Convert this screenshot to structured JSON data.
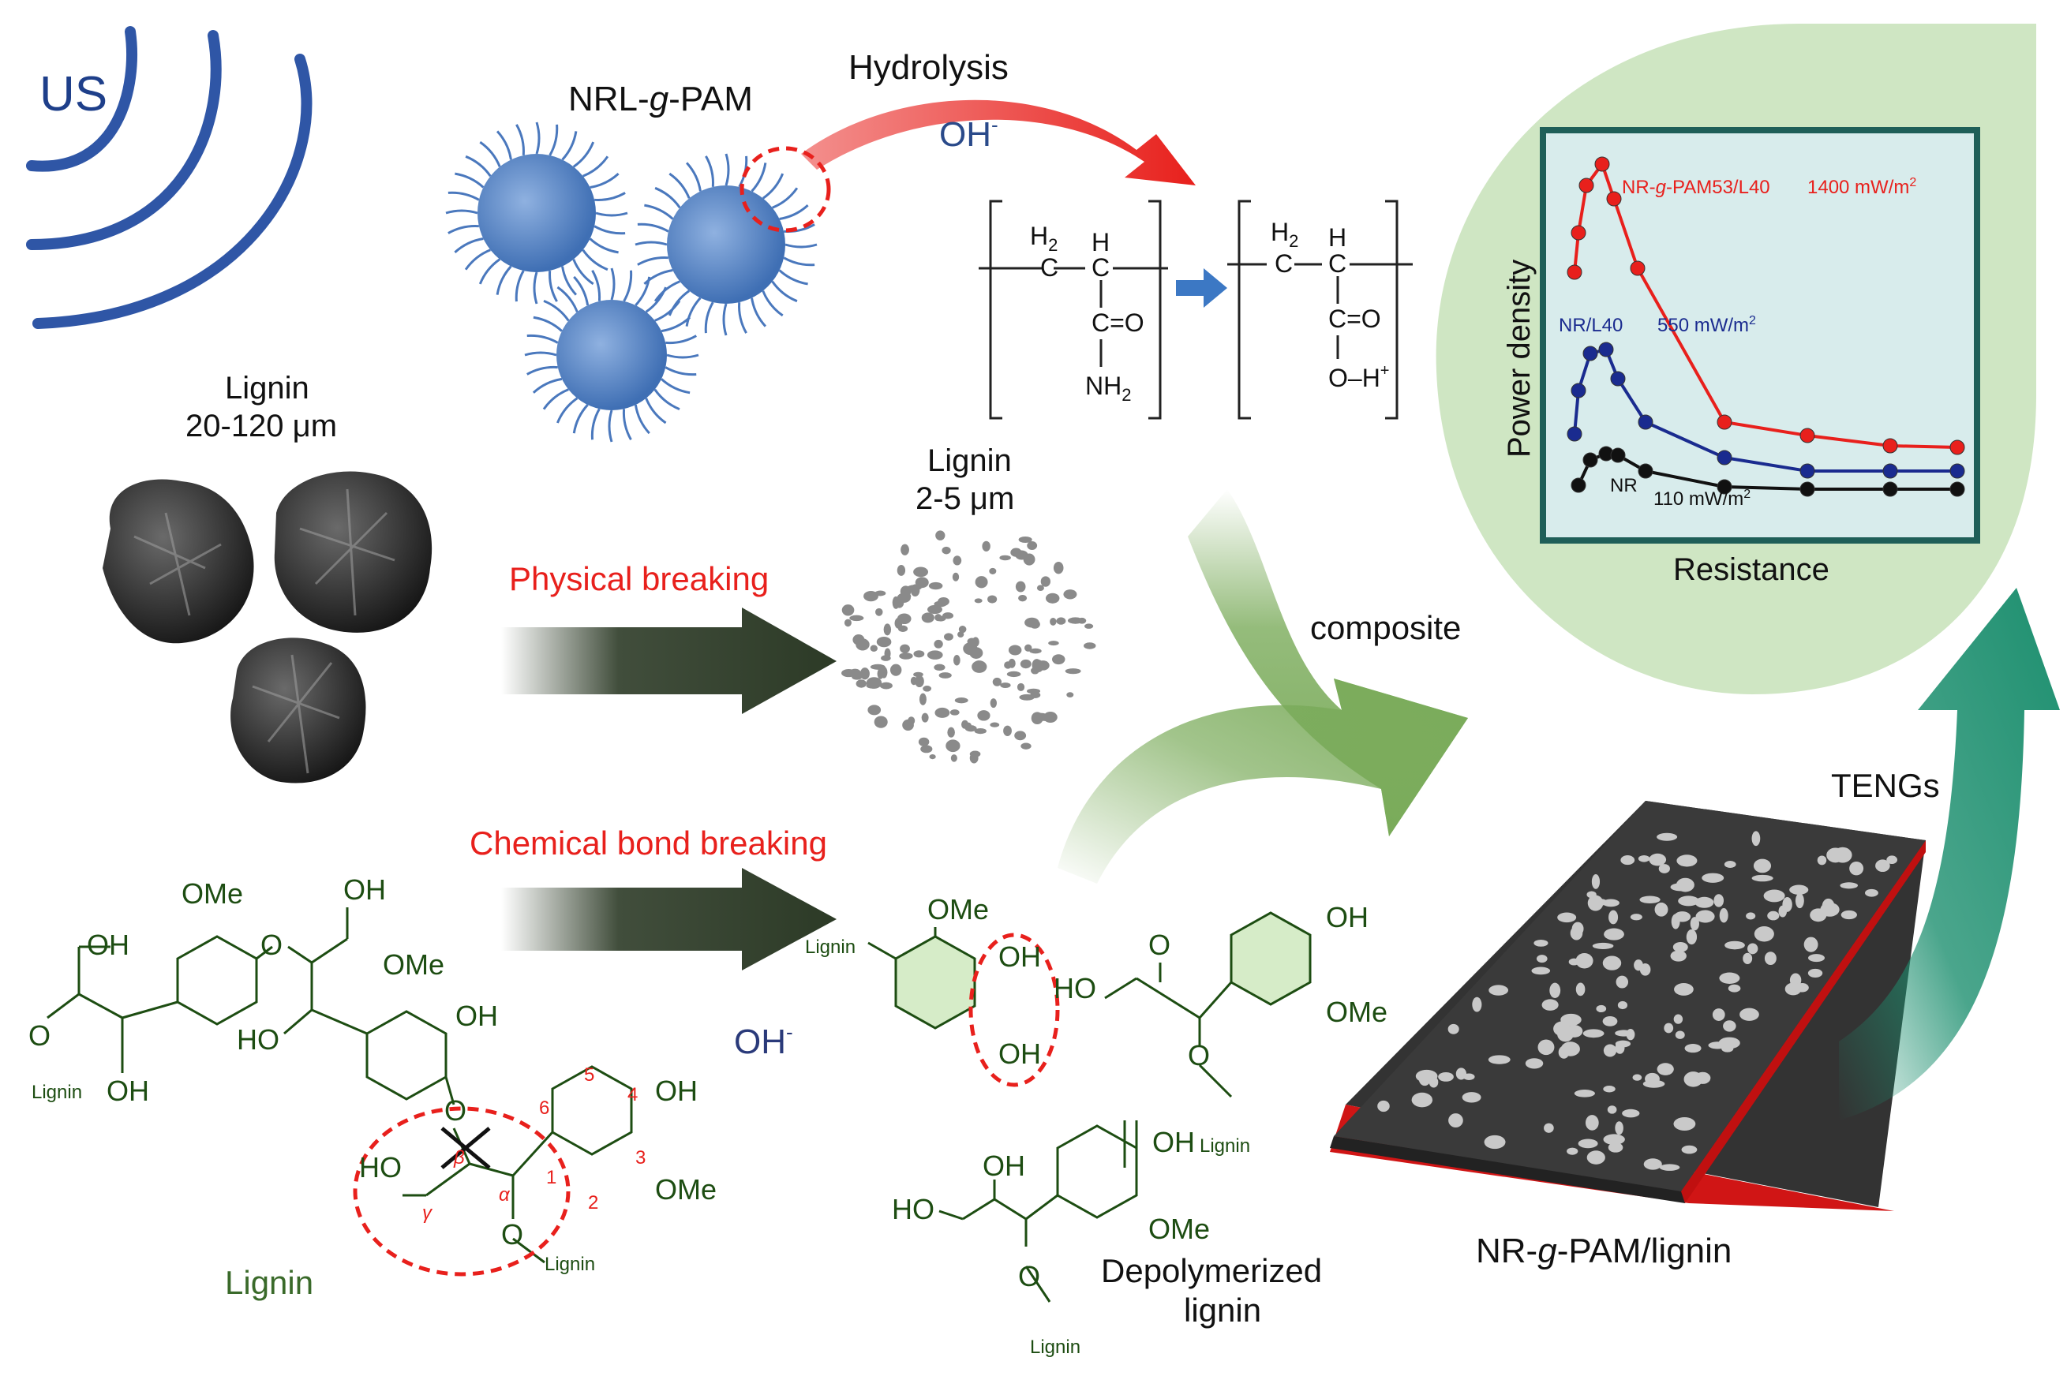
{
  "labels": {
    "us": "US",
    "nrl_gpam": "NRL-g-PAM",
    "hydrolysis": "Hydrolysis",
    "oh_minus": "OH-",
    "lignin_big": "Lignin",
    "lignin_big_size": "20-120 μm",
    "lignin_small": "Lignin",
    "lignin_small_size": "2-5 μm",
    "physical_breaking": "Physical breaking",
    "chemical_breaking": "Chemical bond breaking",
    "composite": "composite",
    "tengs": "TENGs",
    "product": "NR-g-PAM/lignin",
    "lignin_structure": "Lignin",
    "depolymerized_1": "Depolymerized",
    "depolymerized_2": "lignin",
    "oh_minus_2": "OH-"
  },
  "chem_text": {
    "h2": "H2",
    "h": "H",
    "c": "C",
    "co": "C=O",
    "nh2": "NH2",
    "ooh": "O-H+",
    "ome": "OMe",
    "oh": "OH",
    "o": "O",
    "ho": "HO",
    "lignin": "Lignin",
    "beta": "β",
    "alpha": "α",
    "gamma": "γ",
    "n1": "1",
    "n2": "2",
    "n3": "3",
    "n4": "4",
    "n5": "5",
    "n6": "6"
  },
  "chart_data": {
    "type": "line",
    "xlabel": "Resistance",
    "ylabel": "Power density",
    "series": [
      {
        "name": "NR-g-PAM53/L40",
        "annotation": "1400 mW/m2",
        "color": "#e8201c"
      },
      {
        "name": "NR/L40",
        "annotation": "550 mW/m2",
        "color": "#1a2b8f"
      },
      {
        "name": "NR",
        "annotation": "110 mW/m2",
        "color": "#111111"
      }
    ]
  },
  "colors": {
    "us_blue": "#2f56a6",
    "arrow_red": "#e8201c",
    "dark_arrow": "#2c3a26",
    "green_arrow": "#7aab5a",
    "teal_arrow": "#1d8f6f",
    "chart_bg": "#cfe6c3",
    "chart_panel": "#d8ecec",
    "chart_border": "#1f5f58"
  }
}
